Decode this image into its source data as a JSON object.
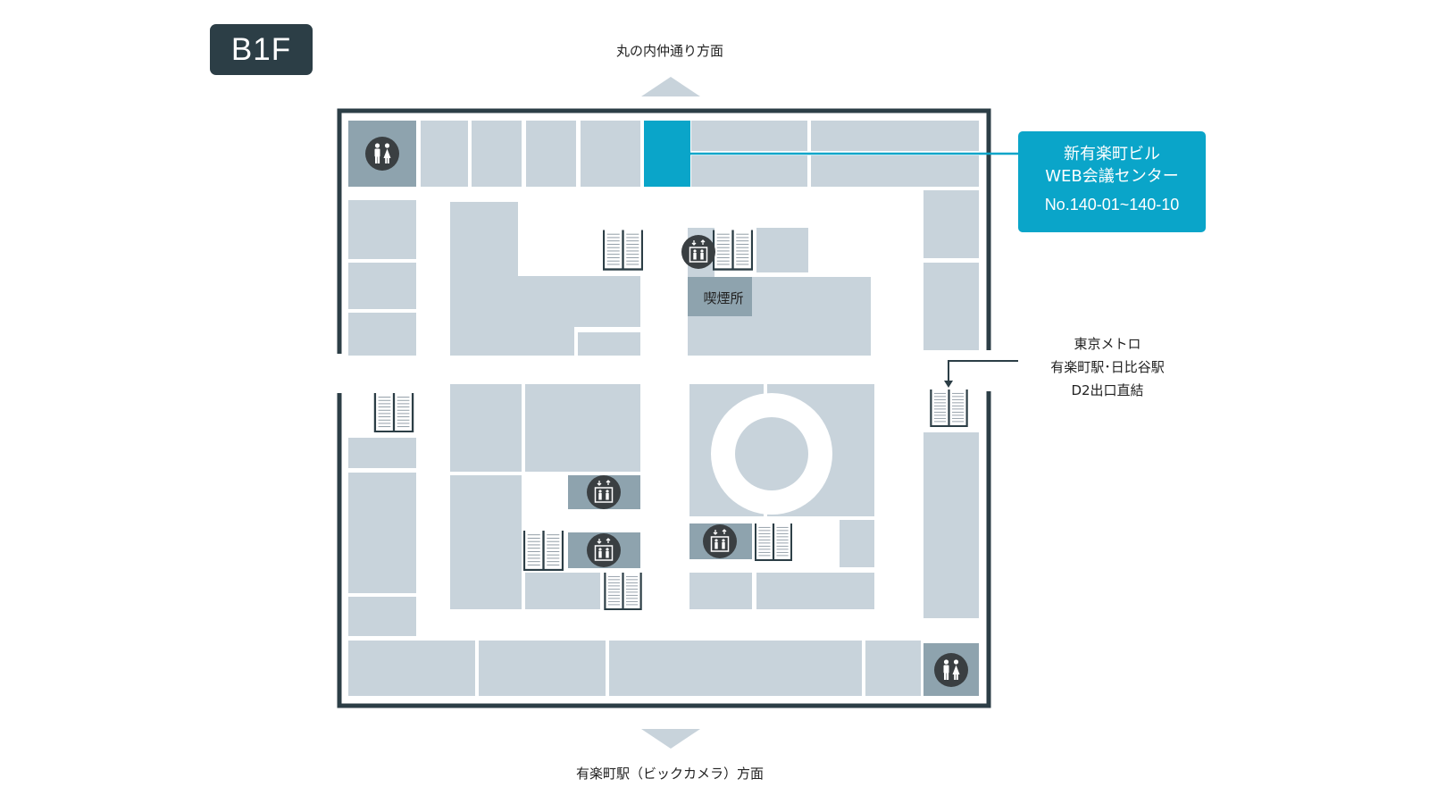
{
  "floor": {
    "label": "B1F"
  },
  "directions": {
    "north": "丸の内仲通り方面",
    "south": "有楽町駅（ビックカメラ）方面"
  },
  "callout": {
    "line1": "新有楽町ビル",
    "line2": "WEB会議センター",
    "room_number": "No.140-01~140-10"
  },
  "metro_note": {
    "line1": "東京メトロ",
    "line2": "有楽町駅･日比谷駅",
    "line3": "D2出口直結"
  },
  "smoking_area": {
    "label": "喫煙所"
  },
  "colors": {
    "room": "#c8d3db",
    "facility": "#8ea3ae",
    "highlight": "#0aa5c9",
    "wall": "#2c3e46",
    "corridor": "#ffffff",
    "icon_circle": "#3a3f42"
  },
  "icons": {
    "restroom": "restroom-icon",
    "elevator": "elevator-icon",
    "stairs": "stairs-icon",
    "direction_arrow": "triangle-arrow-icon"
  }
}
